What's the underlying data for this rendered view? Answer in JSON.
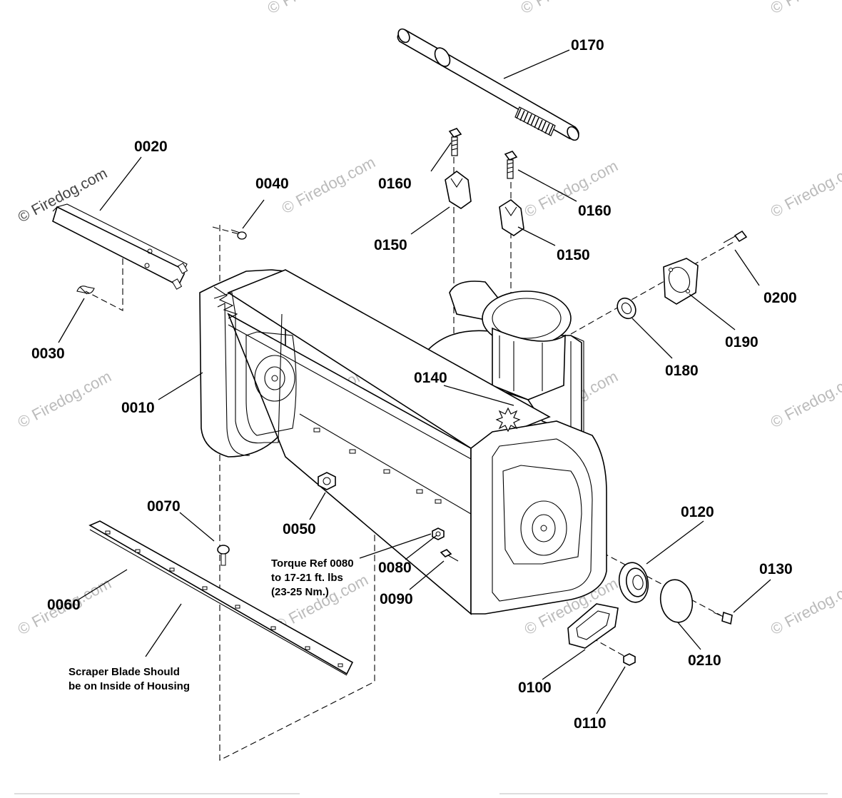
{
  "watermark": {
    "text": "© Firedog.com"
  },
  "parts": {
    "p0010": "0010",
    "p0020": "0020",
    "p0030": "0030",
    "p0040": "0040",
    "p0050": "0050",
    "p0060": "0060",
    "p0070": "0070",
    "p0080": "0080",
    "p0090": "0090",
    "p0100": "0100",
    "p0110": "0110",
    "p0120": "0120",
    "p0130": "0130",
    "p0140": "0140",
    "p0150a": "0150",
    "p0150b": "0150",
    "p0160a": "0160",
    "p0160b": "0160",
    "p0170": "0170",
    "p0180": "0180",
    "p0190": "0190",
    "p0200": "0200",
    "p0210": "0210"
  },
  "notes": {
    "torque": [
      "Torque Ref 0080",
      "to 17-21 ft. lbs",
      "(23-25 Nm.)"
    ],
    "scraper": [
      "Scraper Blade Should",
      "be on Inside of Housing"
    ]
  }
}
